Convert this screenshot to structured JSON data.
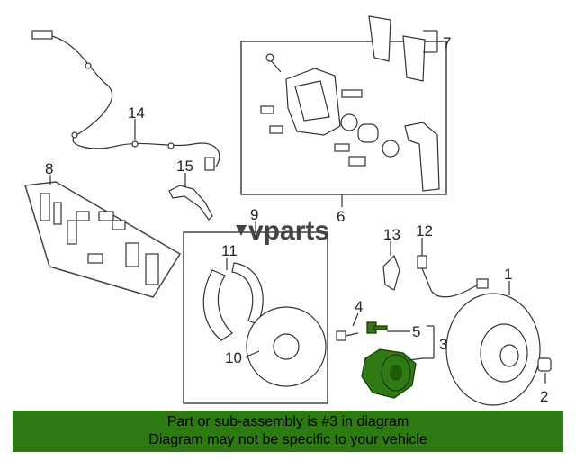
{
  "logo": {
    "text": "vparts"
  },
  "callouts": [
    "1",
    "2",
    "3",
    "4",
    "5",
    "6",
    "7",
    "8",
    "9",
    "10",
    "11",
    "12",
    "13",
    "14",
    "15"
  ],
  "highlight_color": "#2e7a12",
  "banner": {
    "line1": "Part or sub-assembly is #3 in diagram",
    "line2": "Diagram may not be specific to your vehicle"
  }
}
